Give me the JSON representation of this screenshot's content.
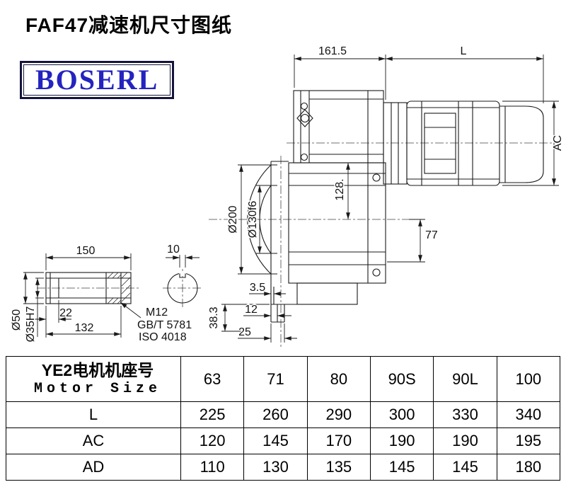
{
  "page": {
    "title": "FAF47减速机尺寸图纸",
    "brand": "BOSERL"
  },
  "colors": {
    "brand_text": "#2424c0",
    "brand_border": "#14143c",
    "line": "#1a1a1a"
  },
  "drawing": {
    "dims": {
      "top_width": "161.5",
      "motor_length": "L",
      "motor_diameter": "AC",
      "flange_diameter": "Ø200",
      "spigot_diameter": "Ø130f6",
      "axis_height": "128.",
      "dim_77": "77",
      "dim_3_5": "3.5",
      "dim_12": "12",
      "dim_25": "25",
      "dim_38_3": "38.3",
      "shaft_length": "150",
      "keyway_width": "10",
      "shaft_diameter": "Ø50",
      "bore_diameter": "Ø35H7",
      "dim_22": "22",
      "dim_132": "132"
    },
    "notes": {
      "thread": "M12",
      "standard_gb": "GB/T 5781",
      "standard_iso": "ISO 4018"
    }
  },
  "table": {
    "header": {
      "zh": "YE2电机机座号",
      "en": "Motor Size"
    },
    "motor_sizes": [
      "63",
      "71",
      "80",
      "90S",
      "90L",
      "100"
    ],
    "rows": [
      {
        "label": "L",
        "values": [
          "225",
          "260",
          "290",
          "300",
          "330",
          "340"
        ]
      },
      {
        "label": "AC",
        "values": [
          "120",
          "145",
          "170",
          "190",
          "190",
          "195"
        ]
      },
      {
        "label": "AD",
        "values": [
          "110",
          "130",
          "135",
          "145",
          "145",
          "180"
        ]
      }
    ]
  }
}
